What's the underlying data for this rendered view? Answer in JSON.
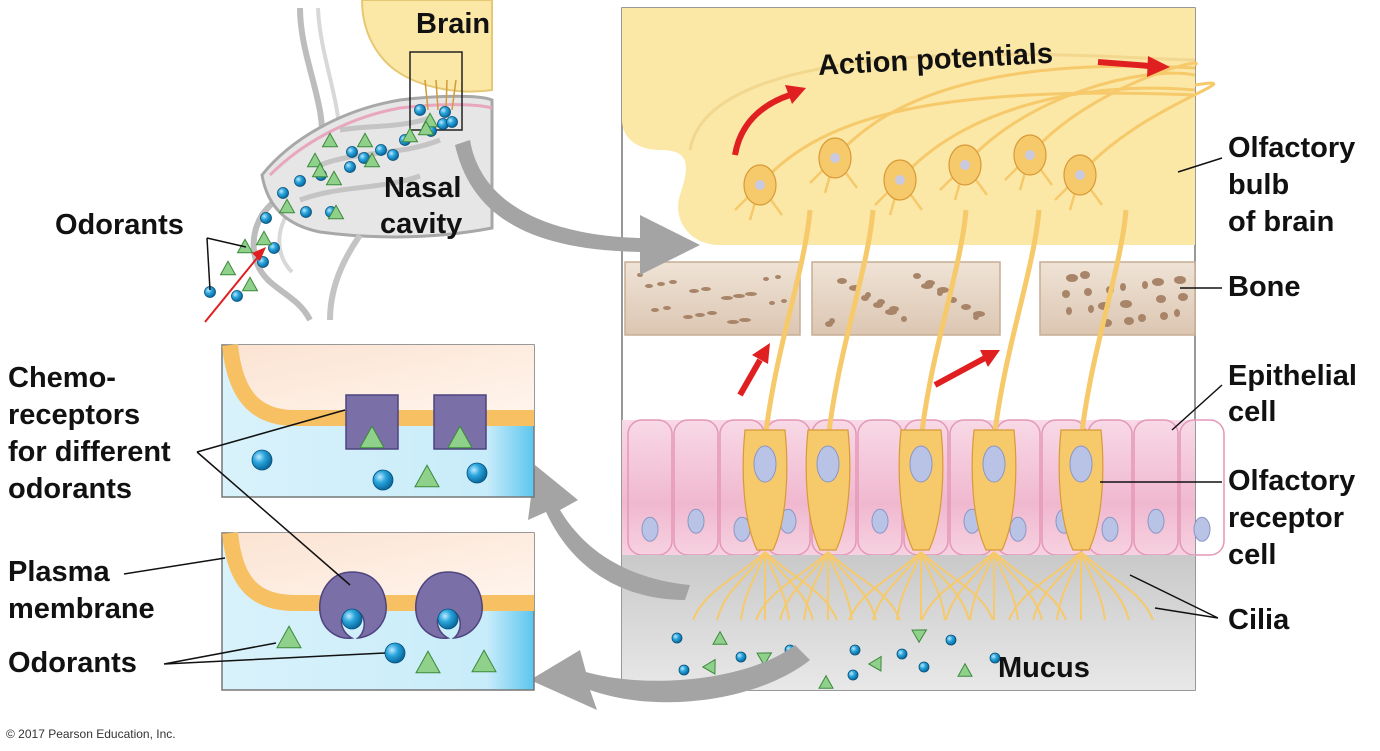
{
  "labels": {
    "brain": "Brain",
    "nasal_1": "Nasal",
    "nasal_2": "cavity",
    "odorants_top": "Odorants",
    "action_potentials": "Action potentials",
    "olfactory_bulb_1": "Olfactory",
    "olfactory_bulb_2": "bulb",
    "olfactory_bulb_3": "of brain",
    "bone": "Bone",
    "epithelial_1": "Epithelial",
    "epithelial_2": "cell",
    "receptor_cell_1": "Olfactory",
    "receptor_cell_2": "receptor",
    "receptor_cell_3": "cell",
    "cilia": "Cilia",
    "mucus": "Mucus",
    "chemo_1": "Chemo-",
    "chemo_2": "receptors",
    "chemo_3": "for different",
    "chemo_4": "odorants",
    "plasma_1": "Plasma",
    "plasma_2": "membrane",
    "odorants_bottom": "Odorants"
  },
  "copyright": "© 2017 Pearson Education, Inc.",
  "colors": {
    "bulb": "#fbe7a6",
    "neuron": "#f6c96b",
    "bone": "#e8d8c8",
    "epithelium": "#f3c6d8",
    "mucus": "#d8d8d8",
    "receptor": "#7b6fa8",
    "odorant_sphere": "#1ea0d8",
    "odorant_triangle": "#8fd08a",
    "arrow_red": "#e02020",
    "arrow_gray": "#9a9a9a"
  }
}
